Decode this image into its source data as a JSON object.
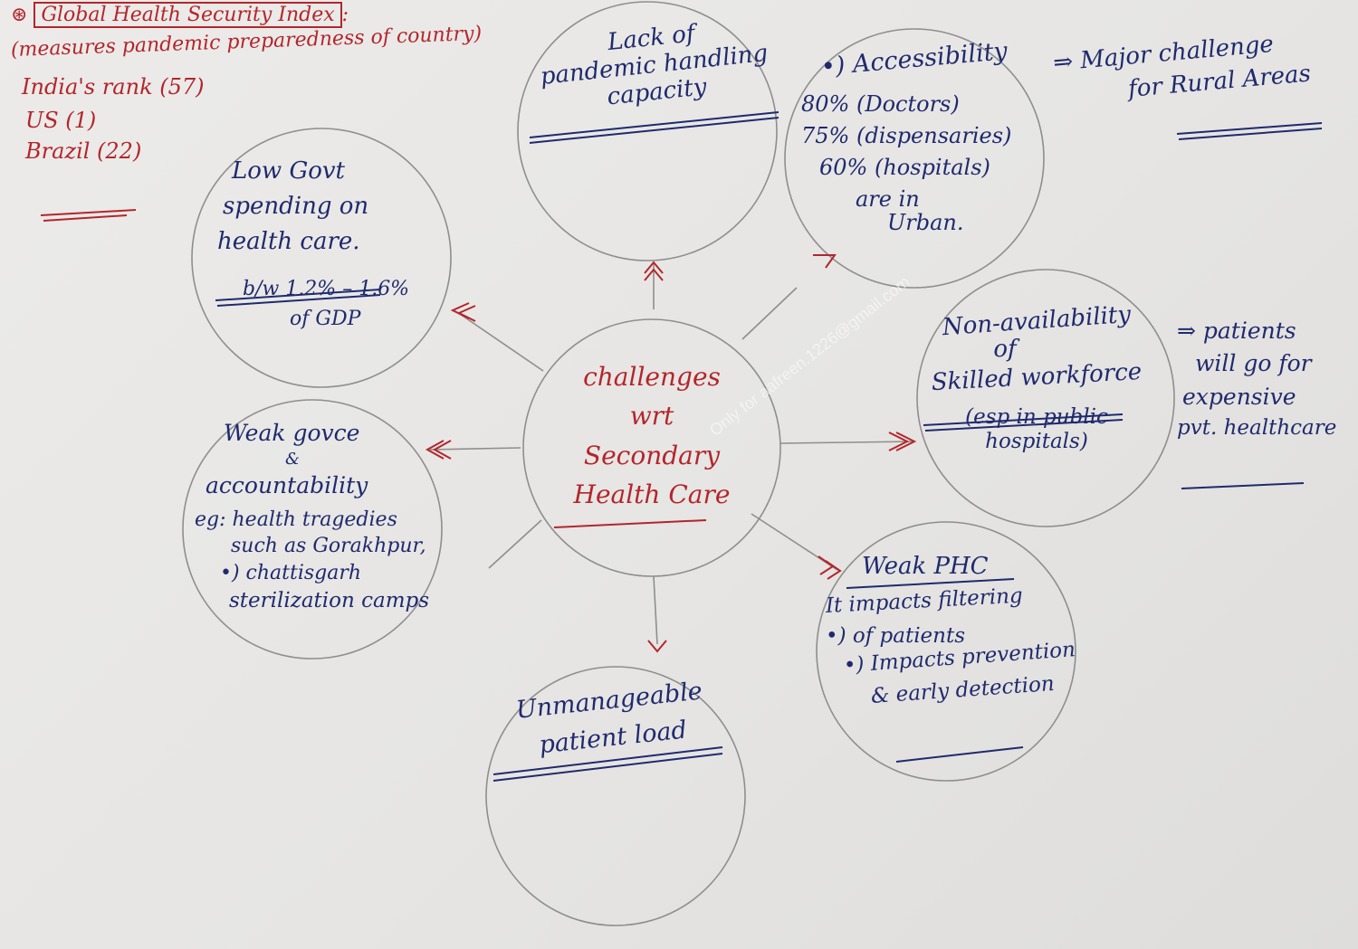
{
  "header": {
    "title": "Global Health Security Index",
    "lines": [
      "(measures pandemic preparedness of country)",
      "India's rank (57)",
      "US (1)",
      "Brazil (22)"
    ]
  },
  "center": {
    "lines": [
      "challenges",
      "wrt",
      "Secondary",
      "Health Care"
    ]
  },
  "pandemic": {
    "lines": [
      "Lack of",
      "pandemic handling",
      "capacity"
    ]
  },
  "accessibility": {
    "title": "•) Accessibility",
    "lines": [
      "80% (Doctors)",
      "75% (dispensaries)",
      "60% (hospitals)",
      "are in",
      "Urban."
    ]
  },
  "rural_note": {
    "lines": [
      "⇒ Major challenge",
      "for Rural Areas"
    ]
  },
  "spending": {
    "lines": [
      "Low Govt",
      "spending on",
      "health care."
    ],
    "detail": [
      "b/w 1.2% – 1.6%",
      "of GDP"
    ]
  },
  "workforce": {
    "lines": [
      "Non-availability",
      "of",
      "Skilled workforce"
    ],
    "detail": [
      "(esp in public",
      "hospitals)"
    ]
  },
  "private_note": {
    "lines": [
      "⇒ patients",
      "will go for",
      "expensive",
      "pvt. healthcare"
    ]
  },
  "governance": {
    "lines": [
      "Weak govce",
      "&",
      "accountability"
    ],
    "detail": [
      "eg: health tragedies",
      "such as Gorakhpur,",
      "•) chattisgarh",
      "sterilization camps"
    ]
  },
  "phc": {
    "title": "Weak PHC",
    "detail": [
      "It impacts filtering",
      "•) of patients",
      "•) Impacts prevention",
      "& early detection"
    ]
  },
  "patient_load": {
    "lines": [
      "Unmanageable",
      "patient load"
    ]
  },
  "watermark": "Only for aafreen.1226@gmail.com",
  "colors": {
    "red_ink": "#b3262c",
    "blue_ink": "#1f2a6e",
    "pencil": "#8e8e8e",
    "paper": "#e9e8e6"
  }
}
